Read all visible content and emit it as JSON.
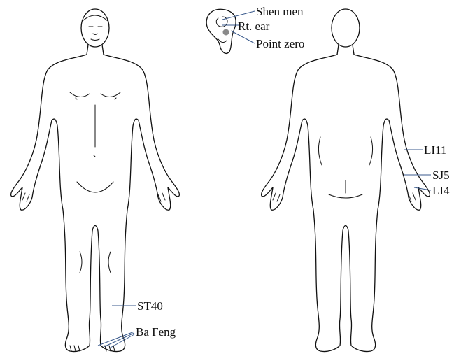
{
  "colors": {
    "outline": "#111111",
    "leader": "#3a5a8c",
    "label": "#111111",
    "point_zero_dot": "#8a8a8a"
  },
  "ear": {
    "labels": {
      "shen_men": "Shen men",
      "rt_ear": "Rt. ear",
      "point_zero": "Point zero"
    }
  },
  "front_view": {
    "labels": {
      "st40": "ST40",
      "ba_feng": "Ba Feng"
    }
  },
  "back_view": {
    "labels": {
      "li11": "LI11",
      "sj5": "SJ5",
      "li4": "LI4"
    }
  }
}
